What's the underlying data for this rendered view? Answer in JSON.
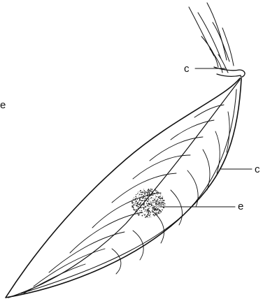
{
  "labels": {
    "stem": "c",
    "leaf_edge": "c",
    "spot": "e",
    "left_edge_fragment": "e"
  },
  "colors": {
    "ink": "#111111",
    "background": "#ffffff"
  }
}
